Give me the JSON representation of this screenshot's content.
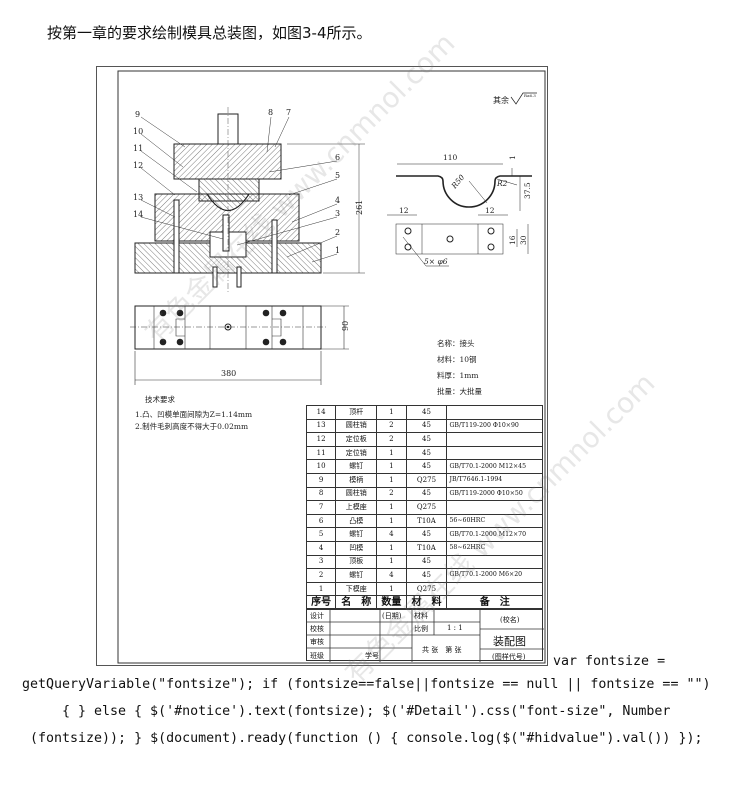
{
  "heading": "按第一章的要求绘制模具总装图，如图3-4所示。",
  "drawing": {
    "roughness_note": "其余",
    "roughness_value": "Ra6.3",
    "part_labels_left": [
      "9",
      "10",
      "11",
      "12",
      "13",
      "14"
    ],
    "part_labels_right": [
      "8",
      "7",
      "6",
      "5",
      "4",
      "3",
      "2",
      "1"
    ],
    "dim_height": "261",
    "dim_width": "380",
    "dim_depth": "90",
    "part_dims": {
      "width": "110",
      "thickness": "1",
      "radius_large": "R50",
      "radius_small": "R2",
      "height": "37.5",
      "hole_offset_left": "12",
      "hole_offset_right": "12",
      "hole_spacing": "16",
      "plate_width": "30",
      "holes": "5× φ6"
    },
    "part_info": [
      "名称：接头",
      "材料：10钢",
      "料厚：1mm",
      "批量：大批量"
    ],
    "tech_req_title": "技术要求",
    "tech_req": [
      "1.凸、凹模单面间隙为Z=1.14mm",
      "2.制件毛刺高度不得大于0.02mm"
    ],
    "watermark": "有色金属在线 www.cnmnol.com"
  },
  "parts_table": {
    "rows": [
      [
        "14",
        "顶杆",
        "1",
        "45",
        ""
      ],
      [
        "13",
        "圆柱销",
        "2",
        "45",
        "GB/T119-200 Φ10×90"
      ],
      [
        "12",
        "定位板",
        "2",
        "45",
        ""
      ],
      [
        "11",
        "定位销",
        "1",
        "45",
        ""
      ],
      [
        "10",
        "螺钉",
        "1",
        "45",
        "GB/T70.1-2000 M12×45"
      ],
      [
        "9",
        "模柄",
        "1",
        "Q275",
        "JB/T7646.1-1994"
      ],
      [
        "8",
        "圆柱销",
        "2",
        "45",
        "GB/T119-2000 Φ10×50"
      ],
      [
        "7",
        "上模座",
        "1",
        "Q275",
        ""
      ],
      [
        "6",
        "凸模",
        "1",
        "T10A",
        "56~60HRC"
      ],
      [
        "5",
        "螺钉",
        "4",
        "45",
        "GB/T70.1-2000 M12×70"
      ],
      [
        "4",
        "凹模",
        "1",
        "T10A",
        "58~62HRC"
      ],
      [
        "3",
        "顶板",
        "1",
        "45",
        ""
      ],
      [
        "2",
        "螺钉",
        "4",
        "45",
        "GB/T70.1-2000 M6×20"
      ],
      [
        "1",
        "下模座",
        "1",
        "Q275",
        ""
      ]
    ],
    "header": [
      "序号",
      "名　称",
      "数量",
      "材　料",
      "备　注"
    ]
  },
  "title_block": {
    "design": "设计",
    "date": "(日期)",
    "check": "校核",
    "review": "审核",
    "class": "班级",
    "student_no": "学号",
    "material": "材料",
    "scale_label": "比例",
    "scale": "1 : 1",
    "sheets": "共 张　第 张",
    "school": "(校名)",
    "title": "装配图",
    "drawing_no": "(图样代号)"
  },
  "code_lines": [
    "var fontsize =",
    "getQueryVariable(\"fontsize\"); if (fontsize==false||fontsize == null || fontsize == \"\")",
    "{ } else { $('#notice').text(fontsize); $('#Detail').css(\"font-size\", Number",
    "(fontsize)); } $(document).ready(function () { console.log($(\"#hidvalue\").val()) });"
  ]
}
